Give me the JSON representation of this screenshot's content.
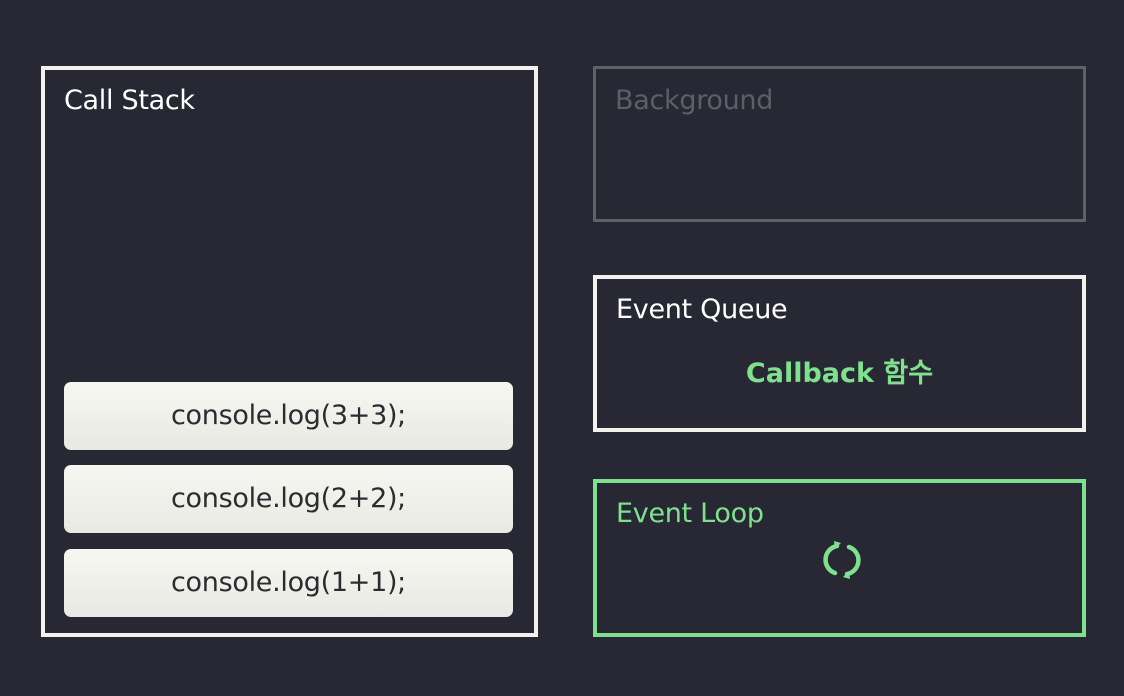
{
  "call_stack": {
    "title": "Call Stack",
    "frames": [
      "console.log(3+3);",
      "console.log(2+2);",
      "console.log(1+1);"
    ]
  },
  "background": {
    "title": "Background"
  },
  "event_queue": {
    "title": "Event Queue",
    "item": "Callback 함수"
  },
  "event_loop": {
    "title": "Event Loop",
    "icon": "refresh-cycle-icon"
  },
  "colors": {
    "background": "#272833",
    "active_border": "#f2f2ec",
    "inactive_border": "#5f6068",
    "accent_green": "#7fe18d"
  }
}
